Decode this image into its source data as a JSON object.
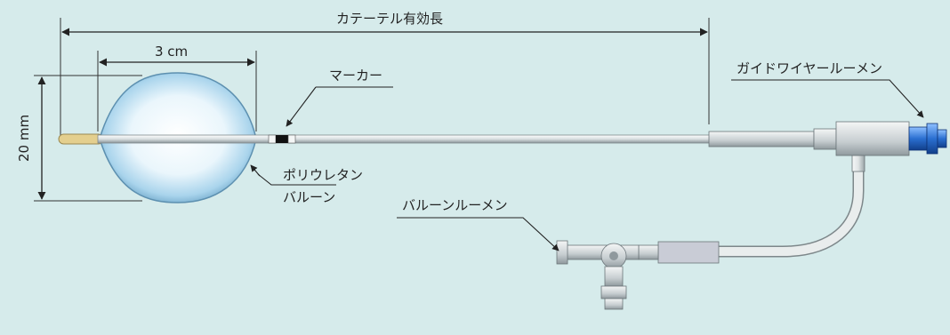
{
  "labels": {
    "catheter_length": "カテーテル有効長",
    "balloon_length": "3 cm",
    "balloon_diameter": "20 mm",
    "marker": "マーカー",
    "guidewire_lumen": "ガイドワイヤールーメン",
    "balloon_material_line1": "ポリウレタン",
    "balloon_material_line2": "バルーン",
    "balloon_lumen": "バルーンルーメン"
  },
  "colors": {
    "background": "#d6ebeb",
    "balloon": "#bfe3f2",
    "tip": "#e4cf8e",
    "marker": "#111111",
    "connector_blue": "#2a6fd1"
  }
}
